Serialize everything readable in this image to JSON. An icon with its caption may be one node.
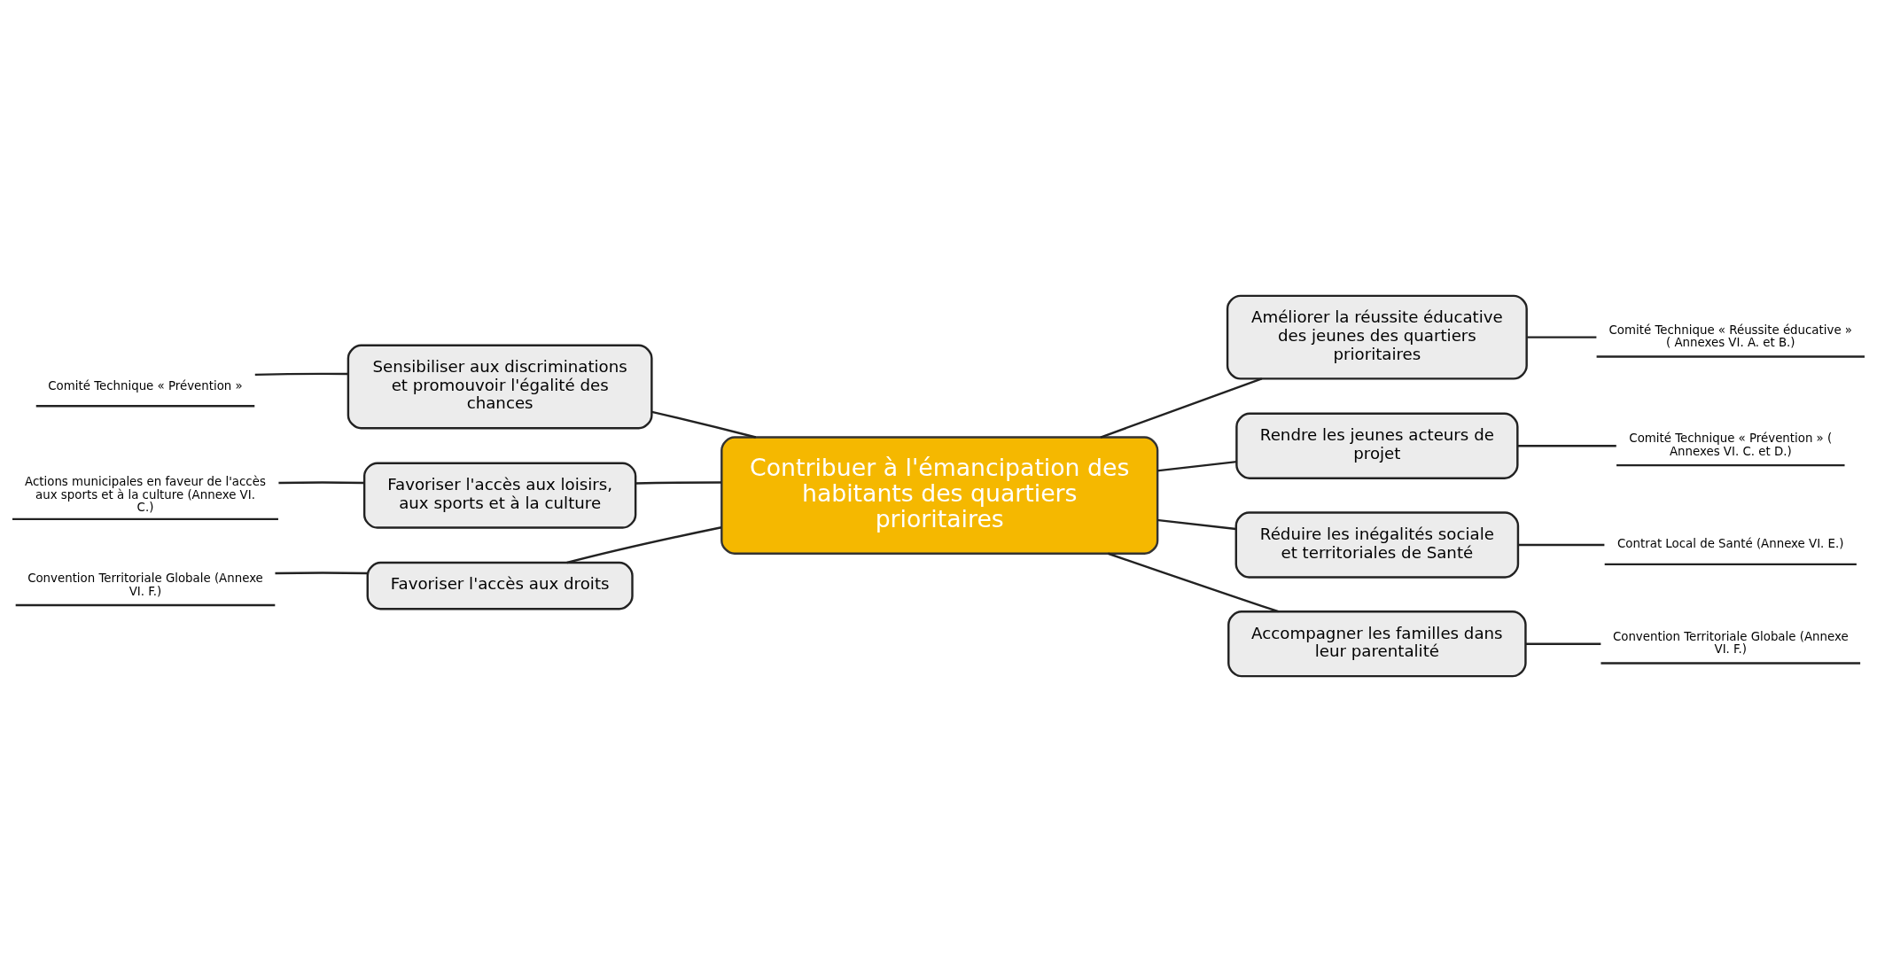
{
  "diagram": {
    "nodes": [
      {
        "text": [
          "Contribuer à l'émancipation des habitants des quartiers prioritaires"
        ]
      },
      {
        "text": [
          "Sensibiliser aux discriminations et promouvoir l'égalité des chances"
        ]
      },
      {
        "text": [
          "Favoriser l'accès aux loisirs, aux sports et à la culture"
        ]
      },
      {
        "text": [
          "Favoriser l'accès aux droits"
        ]
      },
      {
        "text": [
          "Améliorer la réussite éducative des jeunes des quartiers prioritaires"
        ]
      },
      {
        "text": [
          "Rendre les jeunes acteurs de projet"
        ]
      },
      {
        "text": [
          "Réduire les inégalités sociale et territoriales de Santé"
        ]
      },
      {
        "text": [
          "Accompagner les familles dans leur parentalité"
        ]
      },
      {
        "text": [
          "Comité Technique « Prévention »"
        ]
      },
      {
        "text": [
          "Actions municipales en faveur de l'accès aux sports et à la culture (Annexe VI. C.)"
        ]
      },
      {
        "text": [
          "Convention Territoriale Globale (Annexe VI. F.)"
        ]
      },
      {
        "text": [
          "Comité Technique « Réussite éducative » ( Annexes VI. A. et B.)"
        ]
      },
      {
        "text": [
          "Comité Technique « Prévention » ( Annexes VI. C. et D.)"
        ]
      },
      {
        "text": [
          "Contrat Local de Santé (Annexe VI. E.)"
        ]
      },
      {
        "text": [
          "Convention Territoriale Globale (Annexe VI. F.)"
        ]
      }
    ],
    "edges": [
      {
        "from": 0,
        "to": 1,
        "arrow": "none"
      },
      {
        "from": 0,
        "to": 2,
        "arrow": "none"
      },
      {
        "from": 0,
        "to": 3,
        "arrow": "none"
      },
      {
        "from": 0,
        "to": 4,
        "arrow": "none"
      },
      {
        "from": 0,
        "to": 5,
        "arrow": "none"
      },
      {
        "from": 0,
        "to": 6,
        "arrow": "none"
      },
      {
        "from": 0,
        "to": 7,
        "arrow": "none"
      },
      {
        "from": 1,
        "to": 8,
        "arrow": "none"
      },
      {
        "from": 2,
        "to": 9,
        "arrow": "none"
      },
      {
        "from": 3,
        "to": 10,
        "arrow": "none"
      },
      {
        "from": 4,
        "to": 11,
        "arrow": "none"
      },
      {
        "from": 5,
        "to": 12,
        "arrow": "none"
      },
      {
        "from": 6,
        "to": 13,
        "arrow": "none"
      },
      {
        "from": 7,
        "to": 14,
        "arrow": "none"
      }
    ]
  }
}
